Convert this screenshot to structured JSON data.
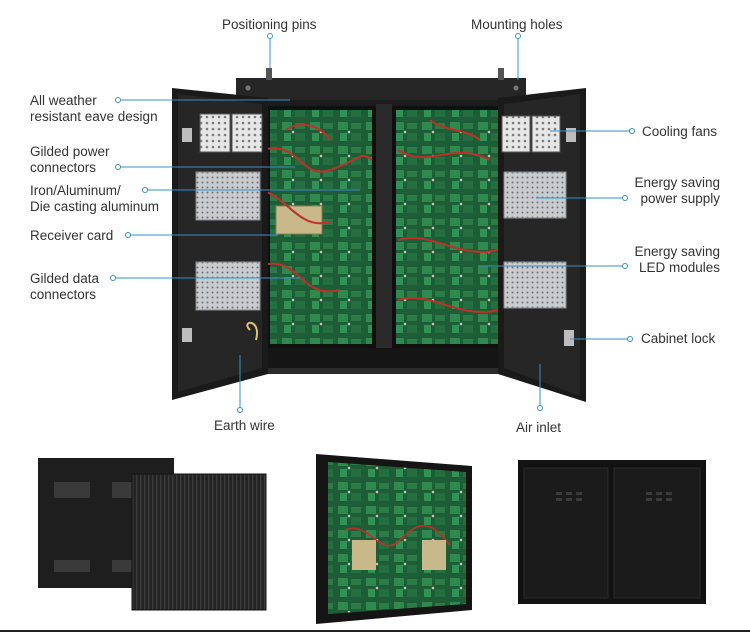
{
  "colors": {
    "leader_line": "#3a8fc4",
    "cabinet_dark": "#1f1f1f",
    "pcb_green": "#1f6a3c",
    "cable_red": "#c0302a"
  },
  "labels": {
    "positioning_pins": "Positioning pins",
    "mounting_holes": "Mounting holes",
    "all_weather_1": "All weather",
    "all_weather_2": "resistant eave design",
    "gilded_power_1": "Gilded power",
    "gilded_power_2": "connectors",
    "iron_1": "Iron/Aluminum/",
    "iron_2": "Die casting aluminum",
    "receiver_card": "Receiver card",
    "gilded_data_1": "Gilded data",
    "gilded_data_2": "connectors",
    "earth_wire": "Earth wire",
    "cooling_fans": "Cooling fans",
    "energy_power_1": "Energy saving",
    "energy_power_2": "power supply",
    "energy_led_1": "Energy saving",
    "energy_led_2": "LED modules",
    "cabinet_lock": "Cabinet lock",
    "air_inlet": "Air inlet"
  },
  "icons": {
    "fan": "cooling-fan-icon",
    "psu": "power-supply-icon"
  }
}
